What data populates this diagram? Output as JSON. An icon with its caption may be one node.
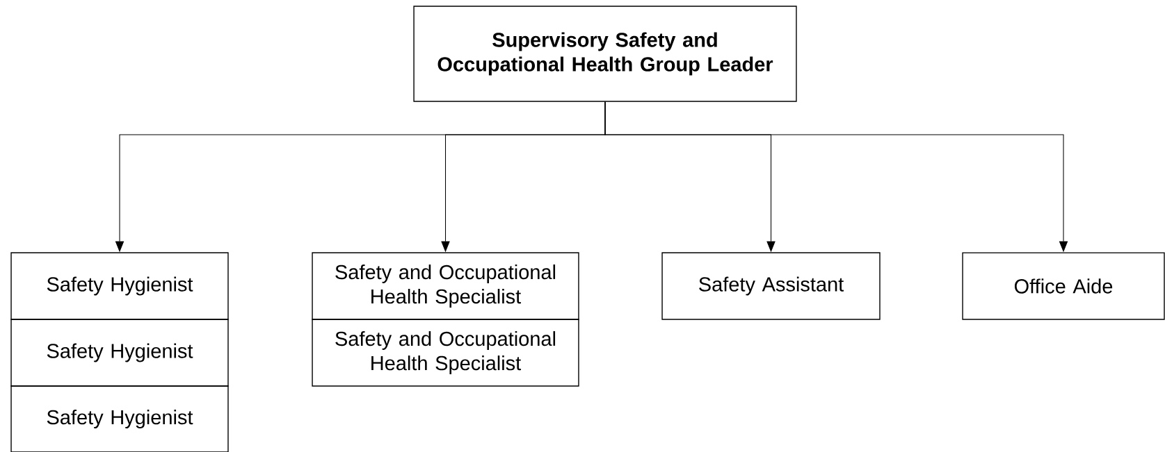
{
  "diagram": {
    "nodes": [
      {
        "text": [
          "Supervisory Safety and Occupational Health Group Leader"
        ]
      },
      {
        "text": [
          "Safety Hygienist"
        ]
      },
      {
        "text": [
          "Safety Hygienist"
        ]
      },
      {
        "text": [
          "Safety Hygienist"
        ]
      },
      {
        "text": [
          "Safety and Occupational Health Specialist"
        ]
      },
      {
        "text": [
          "Safety and Occupational Health Specialist"
        ]
      },
      {
        "text": [
          "Safety Assistant"
        ]
      },
      {
        "text": [
          "Office Aide"
        ]
      }
    ],
    "edges": [
      {
        "from": 0,
        "to": 1,
        "arrow": "to"
      },
      {
        "from": 0,
        "to": 4,
        "arrow": "to"
      },
      {
        "from": 0,
        "to": 6,
        "arrow": "to"
      },
      {
        "from": 0,
        "to": 7,
        "arrow": "to"
      }
    ]
  }
}
